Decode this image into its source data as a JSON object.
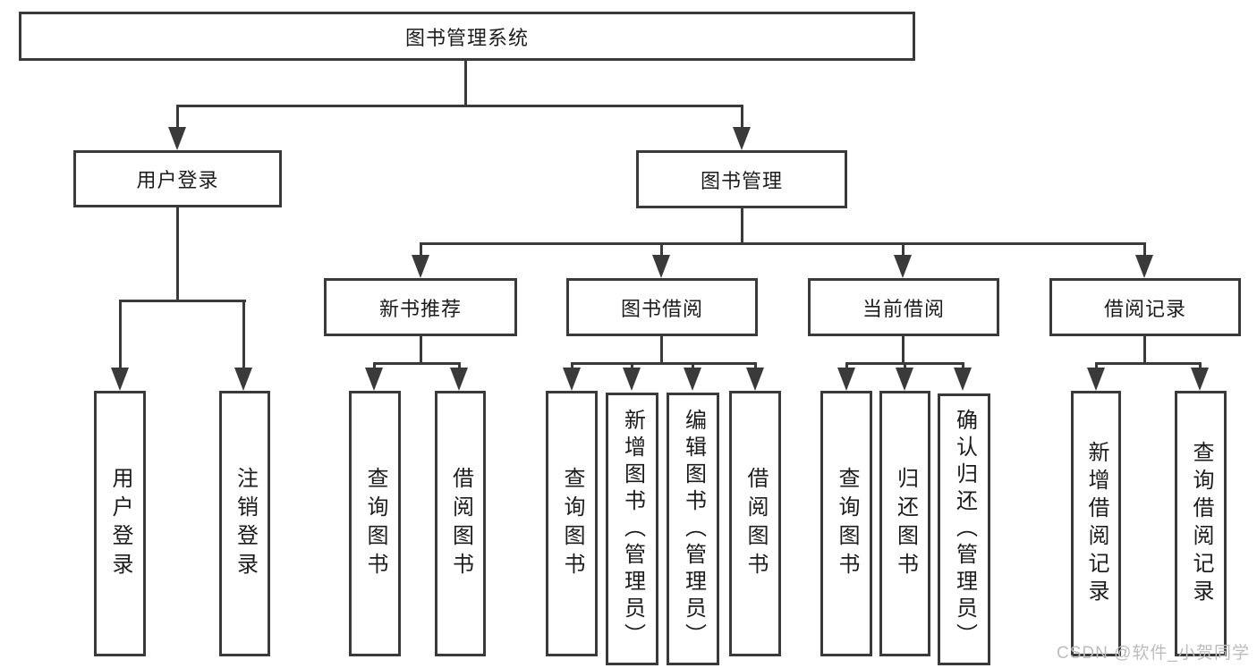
{
  "diagram": {
    "nodes": {
      "root": "图书管理系统",
      "user_login": "用户登录",
      "book_mgmt": "图书管理",
      "new_book_rec": "新书推荐",
      "book_borrow": "图书借阅",
      "current_borrow": "当前借阅",
      "borrow_record": "借阅记录",
      "leaf_user_login": "用户登录",
      "leaf_logout": "注销登录",
      "leaf_nbr_query": "查询图书",
      "leaf_nbr_borrow": "借阅图书",
      "leaf_bb_query": "查询图书",
      "leaf_bb_add": "新增图书（管理员）",
      "leaf_bb_edit": "编辑图书（管理员）",
      "leaf_bb_borrow": "借阅图书",
      "leaf_cb_query": "查询图书",
      "leaf_cb_return": "归还图书",
      "leaf_cb_confirm": "确认归还（管理员）",
      "leaf_br_add": "新增借阅记录",
      "leaf_br_query": "查询借阅记录"
    },
    "colors": {
      "line": "#3a3a3a",
      "text": "#1c1c1c",
      "watermark": "#bcbcbc",
      "background": "#ffffff"
    }
  },
  "watermark": "CSDN @软件_小贺同学"
}
